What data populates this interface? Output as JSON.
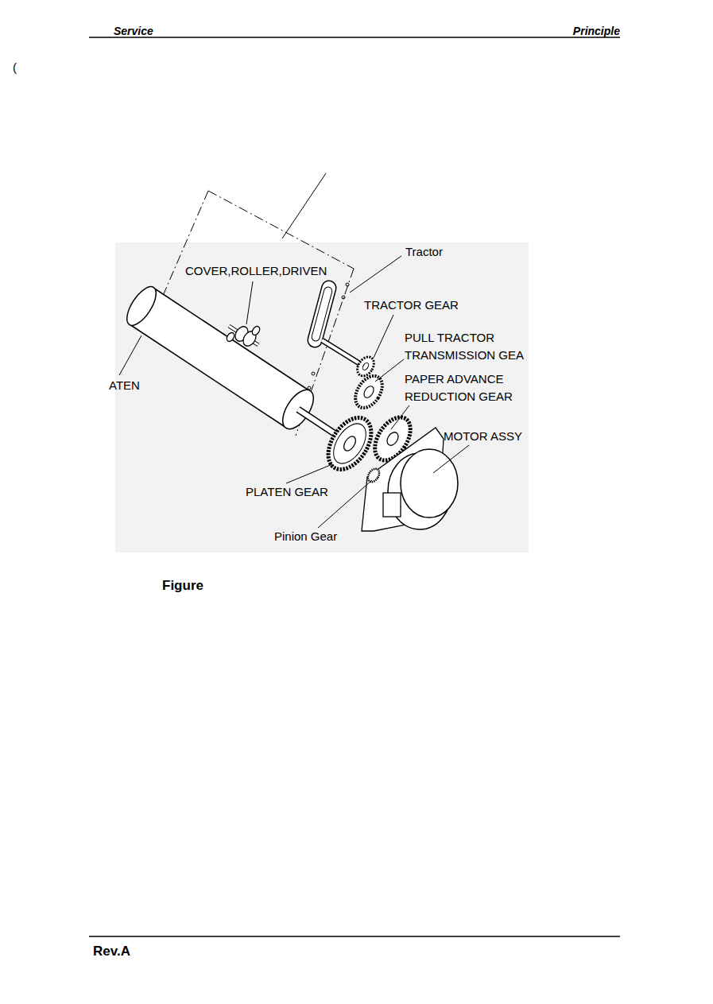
{
  "diagram": {
    "labels": [
      "Service",
      "Principle",
      "(",
      "Tractor",
      "COVER,ROLLER,DRIVEN",
      "TRACTOR GEAR",
      "PULL TRACTOR TRANSMISSION GEA",
      "ATEN",
      "PAPER ADVANCE REDUCTION GEAR",
      "MOTOR ASSY",
      "PLATEN GEAR",
      "Pinion Gear",
      "Figure",
      "Rev.A"
    ]
  }
}
